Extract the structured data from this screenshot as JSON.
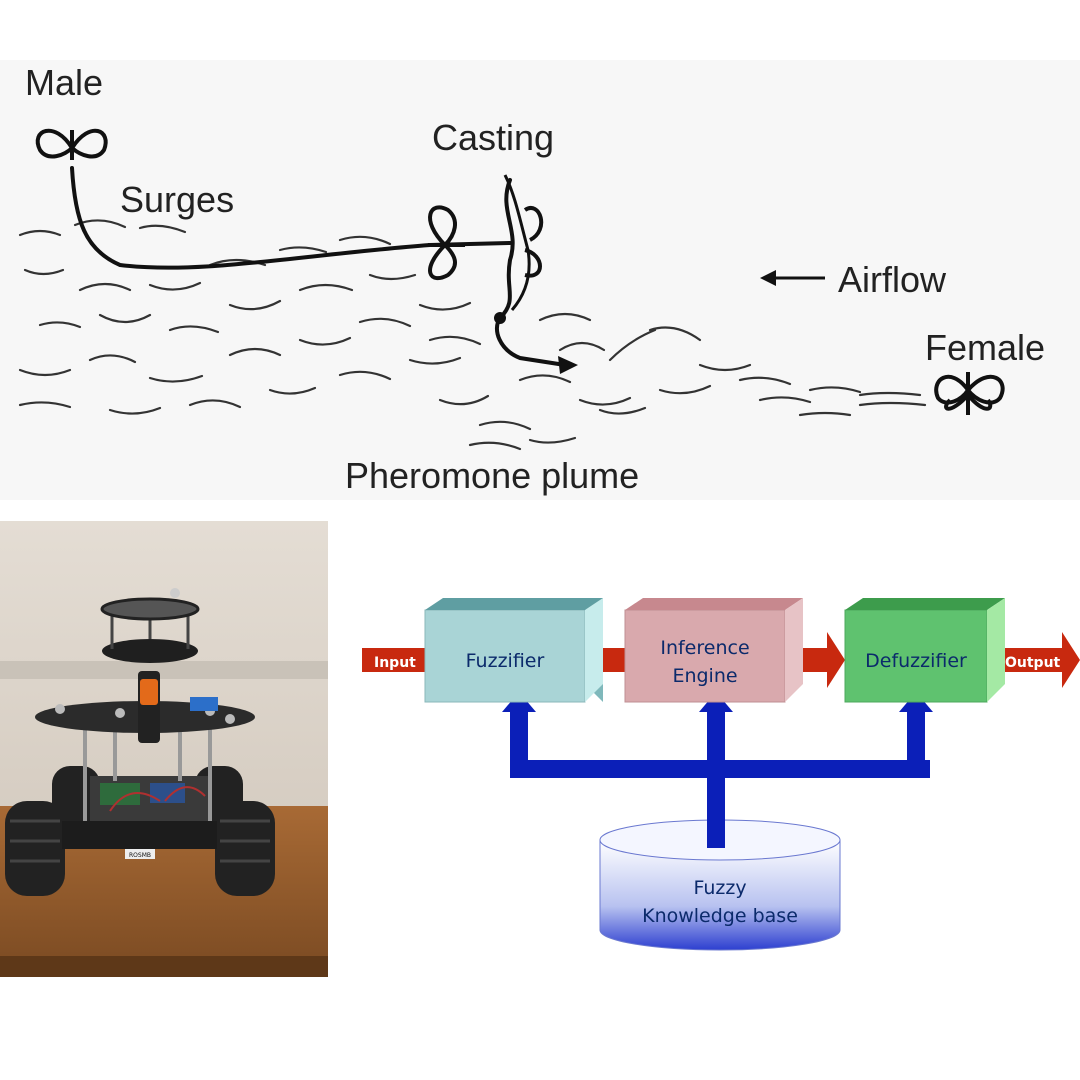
{
  "plume": {
    "male": "Male",
    "surges": "Surges",
    "casting": "Casting",
    "airflow": "Airflow",
    "female": "Female",
    "plume_label": "Pheromone plume"
  },
  "fuzzy": {
    "input": "Input",
    "fuzzifier": "Fuzzifier",
    "inference_line1": "Inference",
    "inference_line2": "Engine",
    "defuzzifier": "Defuzzifier",
    "output": "Output",
    "kb_line1": "Fuzzy",
    "kb_line2": "Knowledge base",
    "colors": {
      "fuzzifier": "#a9d4d6",
      "inference": "#d9a9ad",
      "defuzzifier": "#5fc26f",
      "arrow_red": "#c8290f",
      "arrow_blue": "#0b1fb8"
    }
  },
  "robot": {
    "plate": "ROSMB"
  }
}
